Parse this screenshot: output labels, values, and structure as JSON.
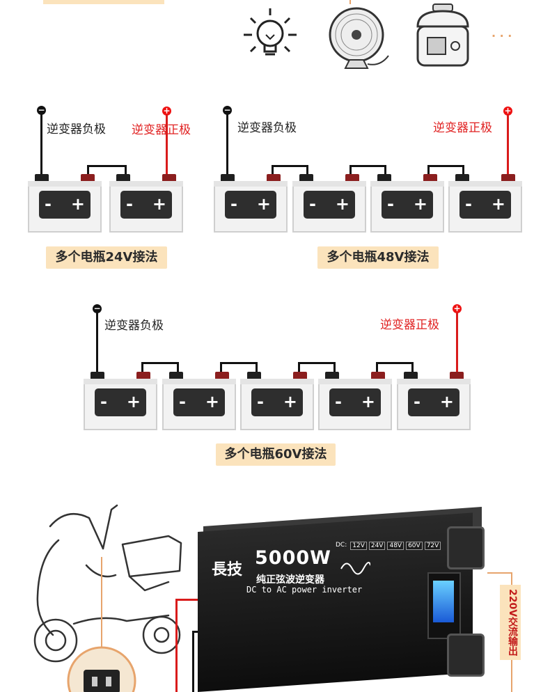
{
  "top_banner": {
    "visible": true
  },
  "appliances": {
    "items": [
      {
        "icon": "light-bulb-icon"
      },
      {
        "icon": "fan-icon"
      },
      {
        "icon": "rice-cooker-icon"
      }
    ],
    "more": "· · ·"
  },
  "labels": {
    "negative": "逆变器负极",
    "positive": "逆变器正极"
  },
  "configs": [
    {
      "caption": "多个电瓶24V接法",
      "battery_count": 2
    },
    {
      "caption": "多个电瓶48V接法",
      "battery_count": 4
    },
    {
      "caption": "多个电瓶60V接法",
      "battery_count": 5
    }
  ],
  "battery": {
    "minus": "-",
    "plus": "+"
  },
  "inverter": {
    "brand": "長技",
    "model": "5000W",
    "subtitle": "纯正弦波逆变器",
    "dc_text": "DC to AC  power inverter",
    "dc_label": "DC:",
    "voltages": [
      "12V",
      "24V",
      "48V",
      "60V",
      "72V"
    ]
  },
  "ac_output": "220V交流输出",
  "colors": {
    "accent_tag": "#fbe3bc",
    "positive_red": "#e02020",
    "negative_black": "#111111"
  }
}
